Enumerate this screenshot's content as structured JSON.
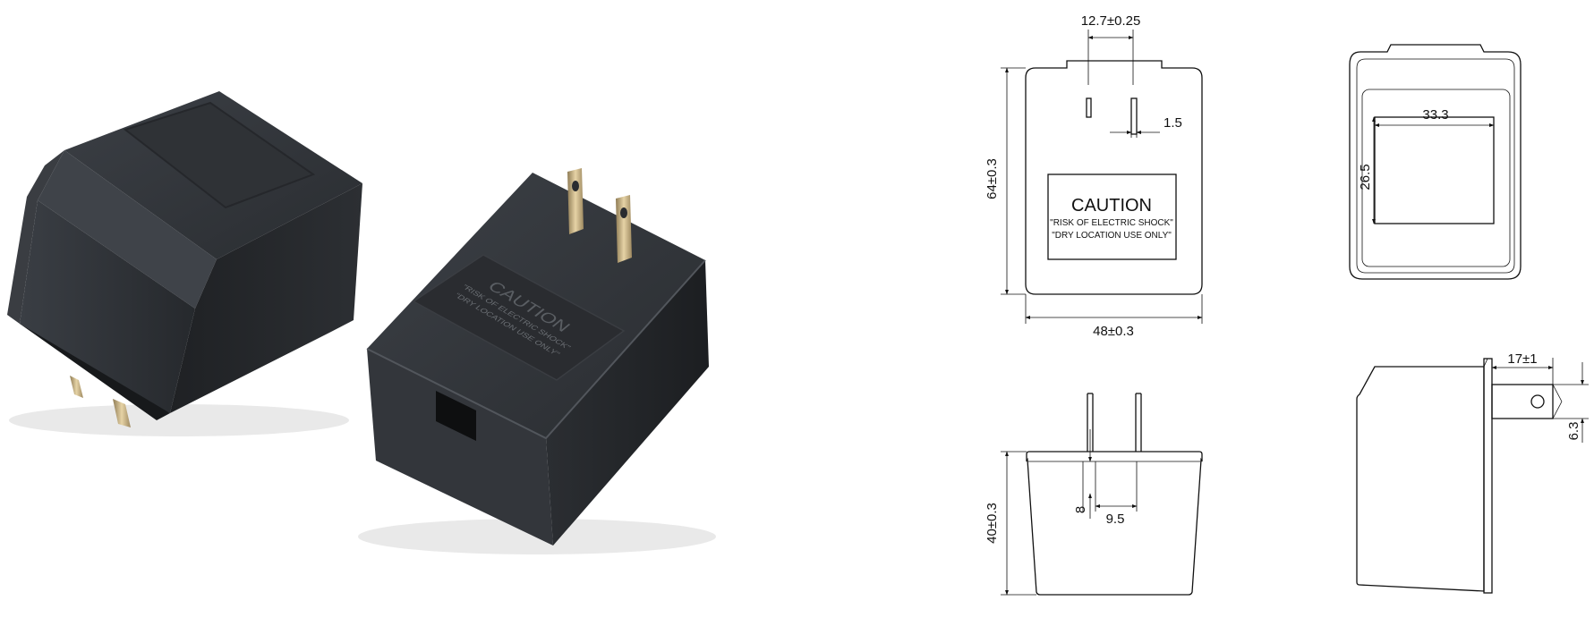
{
  "photo": {
    "label": {
      "title": "CAUTION",
      "line1": "\"RISK OF ELECTRIC SHOCK\"",
      "line2": "\"DRY LOCATION USE ONLY\""
    }
  },
  "front_view": {
    "label": {
      "title": "CAUTION",
      "line1": "\"RISK OF ELECTRIC SHOCK\"",
      "line2": "\"DRY LOCATION USE ONLY\""
    },
    "dims": {
      "pin_spacing": "12.7±0.25",
      "pin_width": "1.5",
      "height": "64±0.3",
      "width": "48±0.3"
    }
  },
  "back_view": {
    "dims": {
      "recess_width": "33.3",
      "recess_height": "26.5"
    }
  },
  "bottom_view": {
    "dims": {
      "depth": "40±0.3",
      "pin_offset": "8",
      "pin_spacing": "9.5"
    }
  },
  "side_view": {
    "dims": {
      "pin_length": "17±1",
      "hole_offset": "6.3"
    }
  },
  "colors": {
    "housing": "#2d3035",
    "housing_light": "#43474d",
    "housing_dark": "#1b1d20",
    "prong": "#c9b07a",
    "line": "#111111"
  }
}
